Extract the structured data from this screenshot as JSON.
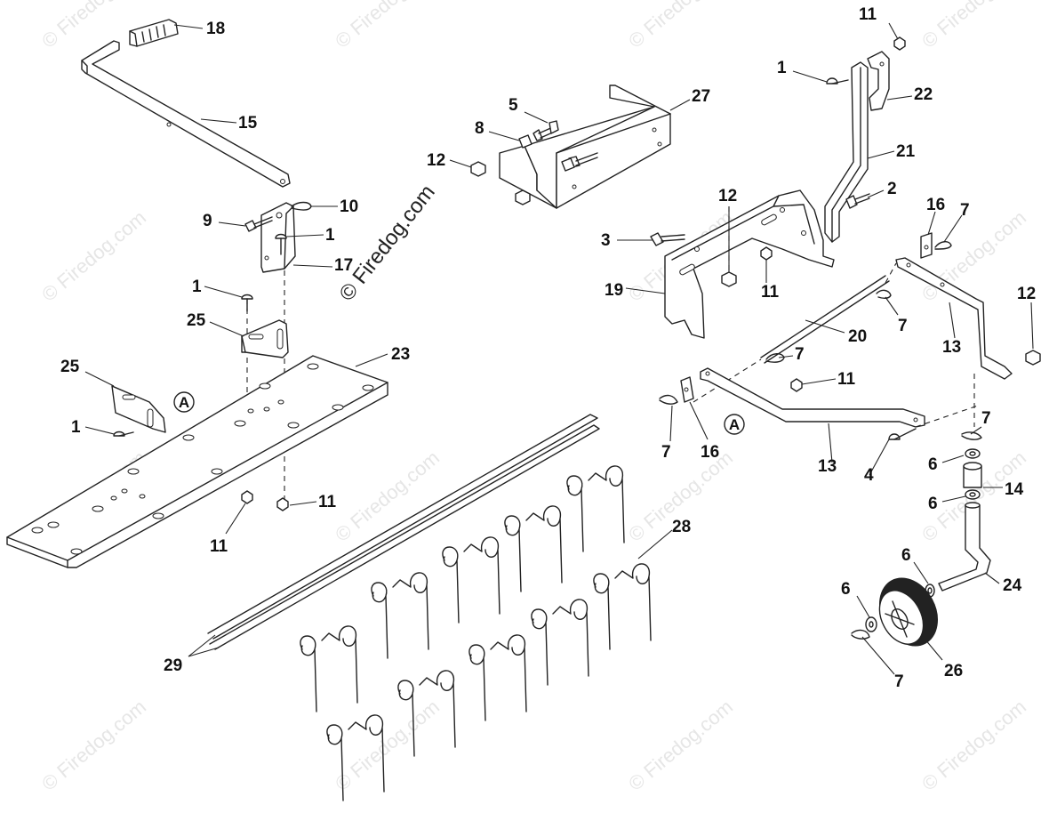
{
  "watermark": {
    "main_text": "© Firedog.com",
    "repeat_text": "© Firedog.com"
  },
  "callouts": {
    "a1": "A",
    "a2": "A"
  },
  "labels": [
    {
      "id": "l18",
      "text": "18"
    },
    {
      "id": "l15",
      "text": "15"
    },
    {
      "id": "l10",
      "text": "10"
    },
    {
      "id": "l9",
      "text": "9"
    },
    {
      "id": "l1a",
      "text": "1"
    },
    {
      "id": "l17",
      "text": "17"
    },
    {
      "id": "l1b",
      "text": "1"
    },
    {
      "id": "l25a",
      "text": "25"
    },
    {
      "id": "l23",
      "text": "23"
    },
    {
      "id": "l25b",
      "text": "25"
    },
    {
      "id": "l1c",
      "text": "1"
    },
    {
      "id": "l11a",
      "text": "11"
    },
    {
      "id": "l11b",
      "text": "11"
    },
    {
      "id": "l5",
      "text": "5"
    },
    {
      "id": "l27",
      "text": "27"
    },
    {
      "id": "l8",
      "text": "8"
    },
    {
      "id": "l12a",
      "text": "12"
    },
    {
      "id": "l11c",
      "text": "11"
    },
    {
      "id": "l1d",
      "text": "1"
    },
    {
      "id": "l22",
      "text": "22"
    },
    {
      "id": "l21",
      "text": "21"
    },
    {
      "id": "l2",
      "text": "2"
    },
    {
      "id": "l12b",
      "text": "12"
    },
    {
      "id": "l16a",
      "text": "16"
    },
    {
      "id": "l7a",
      "text": "7"
    },
    {
      "id": "l3",
      "text": "3"
    },
    {
      "id": "l19",
      "text": "19"
    },
    {
      "id": "l11d",
      "text": "11"
    },
    {
      "id": "l12c",
      "text": "12"
    },
    {
      "id": "l7b",
      "text": "7"
    },
    {
      "id": "l20",
      "text": "20"
    },
    {
      "id": "l13a",
      "text": "13"
    },
    {
      "id": "l7c",
      "text": "7"
    },
    {
      "id": "l11e",
      "text": "11"
    },
    {
      "id": "l7d",
      "text": "7"
    },
    {
      "id": "l16b",
      "text": "16"
    },
    {
      "id": "l13b",
      "text": "13"
    },
    {
      "id": "l4",
      "text": "4"
    },
    {
      "id": "l7e",
      "text": "7"
    },
    {
      "id": "l6a",
      "text": "6"
    },
    {
      "id": "l14",
      "text": "14"
    },
    {
      "id": "l6b",
      "text": "6"
    },
    {
      "id": "l28",
      "text": "28"
    },
    {
      "id": "l6c",
      "text": "6"
    },
    {
      "id": "l24",
      "text": "24"
    },
    {
      "id": "l6d",
      "text": "6"
    },
    {
      "id": "l26",
      "text": "26"
    },
    {
      "id": "l7f",
      "text": "7"
    },
    {
      "id": "l29",
      "text": "29"
    }
  ]
}
